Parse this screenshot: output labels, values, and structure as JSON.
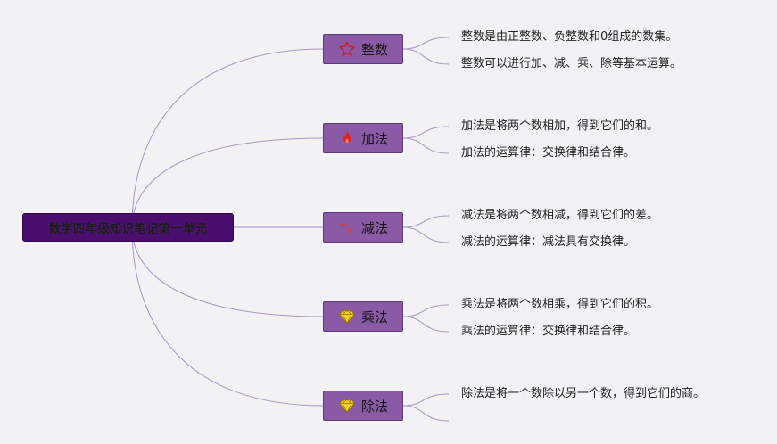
{
  "root": {
    "label": "数学四年级知识笔记第一单元"
  },
  "branches": [
    {
      "label": "整数",
      "icon": "star-outline-icon",
      "notes": [
        "整数是由正整数、负整数和0组成的数集。",
        "整数可以进行加、减、乘、除等基本运算。"
      ]
    },
    {
      "label": "加法",
      "icon": "flame-icon",
      "notes": [
        "加法是将两个数相加，得到它们的和。",
        "加法的运算律：交换律和结合律。"
      ]
    },
    {
      "label": "减法",
      "icon": "sparkle-icon",
      "notes": [
        "减法是将两个数相减，得到它们的差。",
        "减法的运算律：减法具有交换律。"
      ]
    },
    {
      "label": "乘法",
      "icon": "diamond-icon",
      "notes": [
        "乘法是将两个数相乘，得到它们的积。",
        "乘法的运算律：交换律和结合律。"
      ]
    },
    {
      "label": "除法",
      "icon": "diamond-icon",
      "notes": [
        "除法是将一个数除以另一个数，得到它们的商。"
      ]
    }
  ],
  "colors": {
    "root": "#4a0e6e",
    "branch": "#8a5aa6",
    "connector": "#a994c6",
    "background": "#f2f2f5"
  }
}
